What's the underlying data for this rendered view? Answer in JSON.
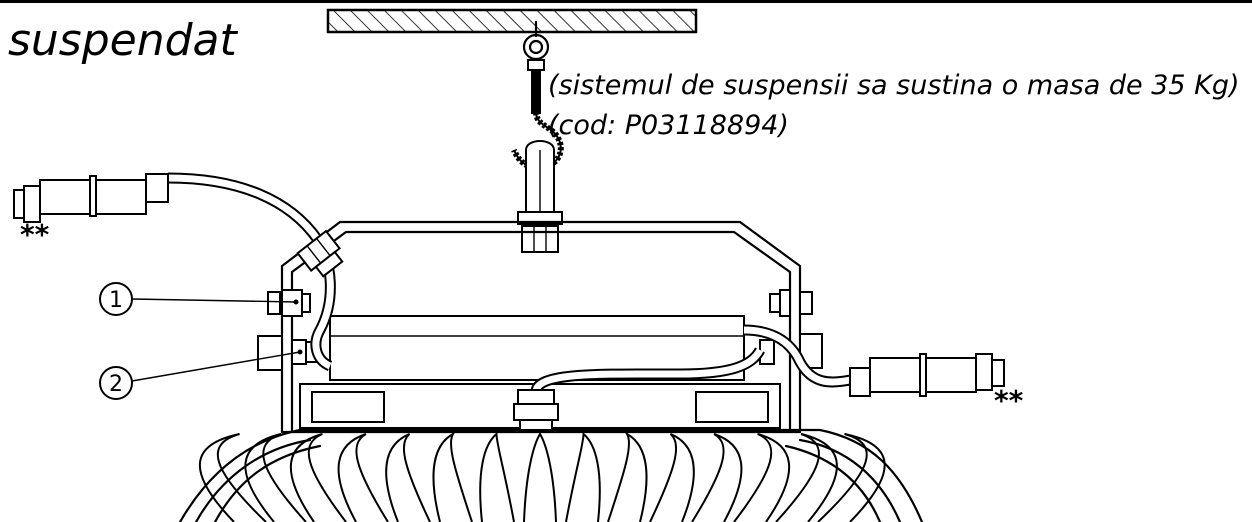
{
  "title": "suspendat",
  "notes": {
    "suspension": "(sistemul de suspensii sa sustina o masa de 35 Kg)",
    "code": "(cod: P03118894)"
  },
  "markers": {
    "left": "**",
    "right": "**"
  },
  "callouts": [
    {
      "label": "1"
    },
    {
      "label": "2"
    }
  ],
  "colors": {
    "ink": "#000000",
    "background": "#ffffff"
  }
}
